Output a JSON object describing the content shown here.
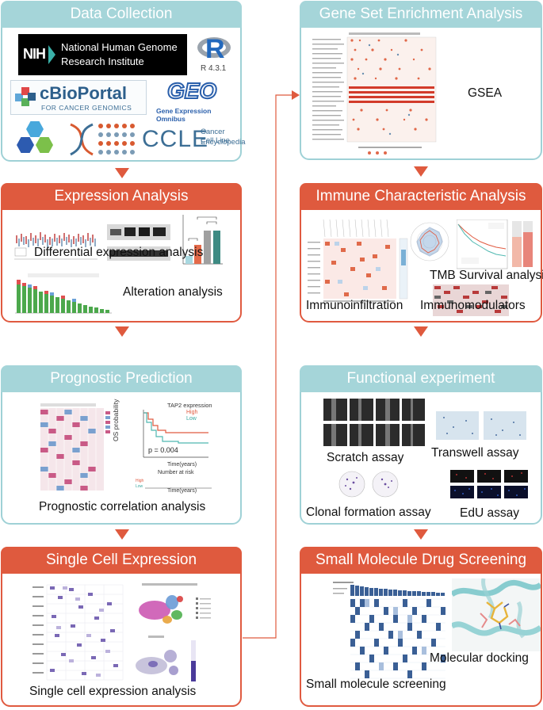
{
  "left": {
    "data_collection": {
      "title": "Data Collection",
      "nih_badge": "NIH",
      "nih_name_line1": "National Human Genome",
      "nih_name_line2": "Research Institute",
      "r_letter": "R",
      "r_version": "R 4.3.1",
      "cbio_name": "cBioPortal",
      "cbio_sub": "FOR CANCER GENOMICS",
      "geo_name": "GEO",
      "geo_sub": "Gene Expression Omnibus",
      "ccle_name": "CCLE",
      "ccle_sub_line1": "Cancer Cell Line",
      "ccle_sub_line2": "Encyclopedia"
    },
    "expression": {
      "title": "Expression Analysis",
      "label1": "Differential expression analysis",
      "label2": "Alteration analysis"
    },
    "prognostic": {
      "title": "Prognostic Prediction",
      "label": "Prognostic correlation analysis",
      "km_ylabel": "OS probability",
      "km_xlabel": "Time(years)",
      "km_legend_title": "TAP2 expression",
      "km_legend_high": "High",
      "km_legend_low": "Low",
      "km_pvalue": "p = 0.004",
      "risk_title": "Number at risk",
      "risk_xlabel": "Time(years)"
    },
    "single_cell": {
      "title": "Single Cell Expression",
      "label": "Single cell expression analysis"
    }
  },
  "right": {
    "gsea": {
      "title": "Gene Set Enrichment Analysis",
      "label": "GSEA"
    },
    "immune": {
      "title": "Immune Characteristic Analysis",
      "label1": "TMB Survival analysis",
      "label2": "Immunoinfiltration",
      "label3": "Immunomodulators"
    },
    "functional": {
      "title": "Functional experiment",
      "label1": "Scratch assay",
      "label2": "Transwell assay",
      "label3": "Clonal formation assay",
      "label4": "EdU assay"
    },
    "drug": {
      "title": "Small Molecule Drug Screening",
      "label1": "Molecular docking",
      "label2": "Small molecule screening"
    }
  },
  "colors": {
    "teal_header": "#a5d5d9",
    "teal_border": "#9fd1d6",
    "red_header": "#df5a3e",
    "arrow_red": "#df5a3e"
  }
}
